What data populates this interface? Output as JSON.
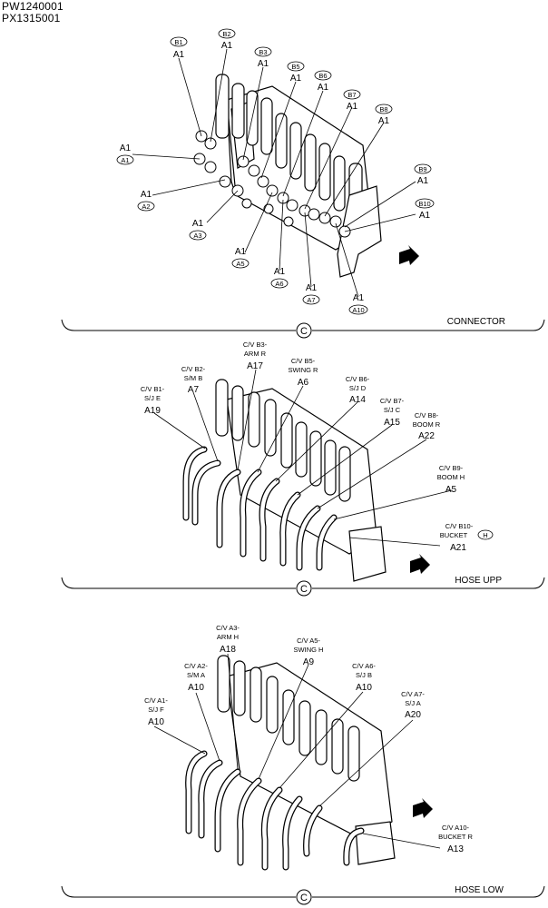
{
  "header": {
    "code1": "PW1240001",
    "code2": "PX1315001"
  },
  "connector": {
    "section_label": "CONNECTOR",
    "circle": "C",
    "top_labels": [
      {
        "tag": "B1",
        "name": "A1"
      },
      {
        "tag": "B2",
        "name": "A1"
      },
      {
        "tag": "B3",
        "name": "A1"
      },
      {
        "tag": "B5",
        "name": "A1"
      },
      {
        "tag": "B6",
        "name": "A1"
      },
      {
        "tag": "B7",
        "name": "A1"
      },
      {
        "tag": "B8",
        "name": "A1"
      },
      {
        "tag": "B9",
        "name": "A1"
      },
      {
        "tag": "B10",
        "name": "A1"
      }
    ],
    "bottom_labels": [
      {
        "tag": "A1",
        "name": "A1"
      },
      {
        "tag": "A2",
        "name": "A1"
      },
      {
        "tag": "A3",
        "name": "A1"
      },
      {
        "tag": "A5",
        "name": "A1"
      },
      {
        "tag": "A6",
        "name": "A1"
      },
      {
        "tag": "A7",
        "name": "A1"
      },
      {
        "tag": "A10",
        "name": "A1"
      }
    ]
  },
  "hose_upp": {
    "section_label": "HOSE UPP",
    "circle": "C",
    "labels": [
      {
        "l1": "C/V B1-",
        "l2": "S/J E",
        "code": "A19"
      },
      {
        "l1": "C/V B2-",
        "l2": "S/M B",
        "code": "A7"
      },
      {
        "l1": "C/V B3-",
        "l2": "ARM R",
        "code": "A17"
      },
      {
        "l1": "C/V B5-",
        "l2": "SWING R",
        "code": "A6"
      },
      {
        "l1": "C/V B6-",
        "l2": "S/J D",
        "code": "A14"
      },
      {
        "l1": "C/V B7-",
        "l2": "S/J C",
        "code": "A15"
      },
      {
        "l1": "C/V B8-",
        "l2": "BOOM R",
        "code": "A22"
      },
      {
        "l1": "C/V B9-",
        "l2": "BOOM H",
        "code": "A5"
      },
      {
        "l1": "C/V B10-",
        "l2": "BUCKET",
        "code": "A21",
        "tag": "H"
      }
    ]
  },
  "hose_low": {
    "section_label": "HOSE LOW",
    "circle": "C",
    "labels": [
      {
        "l1": "C/V A1-",
        "l2": "S/J F",
        "code": "A10"
      },
      {
        "l1": "C/V A2-",
        "l2": "S/M A",
        "code": "A10"
      },
      {
        "l1": "C/V A3-",
        "l2": "ARM H",
        "code": "A18"
      },
      {
        "l1": "C/V A5-",
        "l2": "SWING H",
        "code": "A9"
      },
      {
        "l1": "C/V A6-",
        "l2": "S/J B",
        "code": "A10"
      },
      {
        "l1": "C/V A7-",
        "l2": "S/J A",
        "code": "A20"
      },
      {
        "l1": "C/V A10-",
        "l2": "BUCKET R",
        "code": "A13"
      }
    ]
  }
}
